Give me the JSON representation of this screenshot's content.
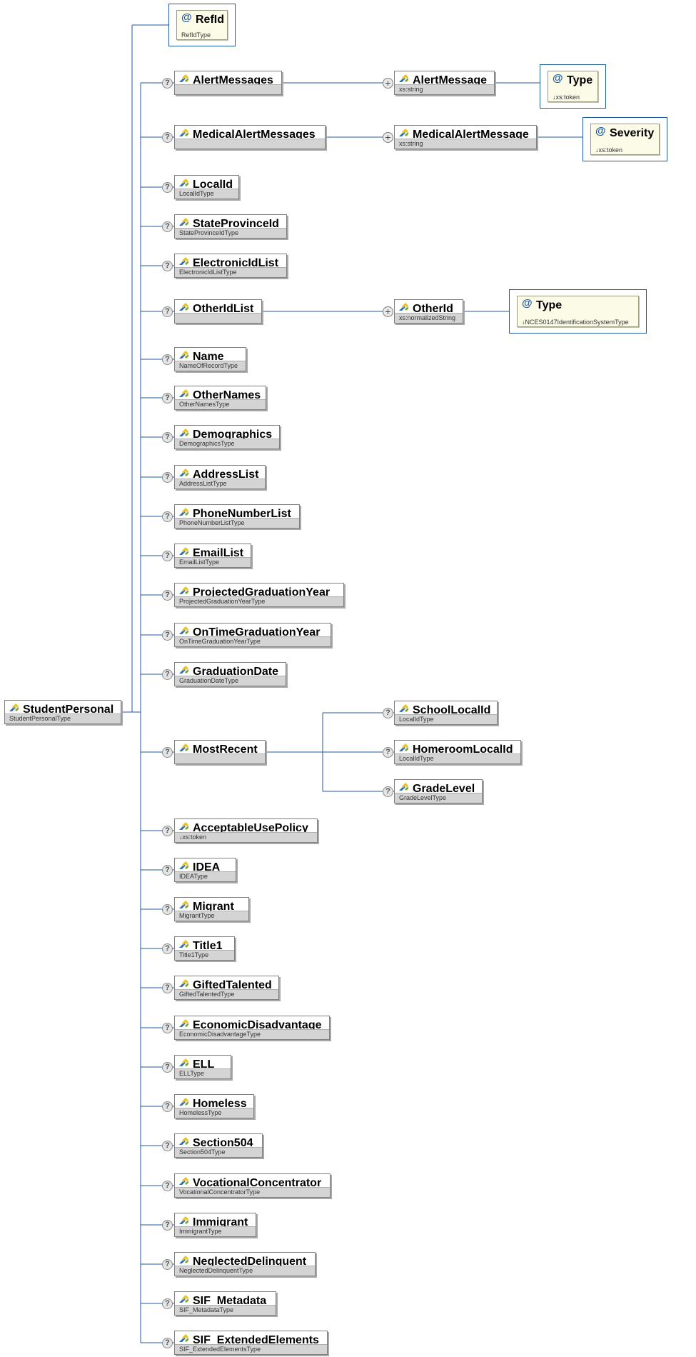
{
  "root": {
    "name": "StudentPersonal",
    "type": "StudentPersonalType"
  },
  "attribute": {
    "symbol": "@",
    "name": "RefId",
    "type": "RefIdType"
  },
  "elements": [
    {
      "name": "AlertMessages",
      "type": ""
    },
    {
      "name": "MedicalAlertMessages",
      "type": ""
    },
    {
      "name": "LocalId",
      "type": "LocalIdType"
    },
    {
      "name": "StateProvinceId",
      "type": "StateProvinceIdType"
    },
    {
      "name": "ElectronicIdList",
      "type": "ElectronicIdListType"
    },
    {
      "name": "OtherIdList",
      "type": ""
    },
    {
      "name": "Name",
      "type": "NameOfRecordType"
    },
    {
      "name": "OtherNames",
      "type": "OtherNamesType"
    },
    {
      "name": "Demographics",
      "type": "DemographicsType"
    },
    {
      "name": "AddressList",
      "type": "AddressListType"
    },
    {
      "name": "PhoneNumberList",
      "type": "PhoneNumberListType"
    },
    {
      "name": "EmailList",
      "type": "EmailListType"
    },
    {
      "name": "ProjectedGraduationYear",
      "type": "ProjectedGraduationYearType"
    },
    {
      "name": "OnTimeGraduationYear",
      "type": "OnTimeGraduationYearType"
    },
    {
      "name": "GraduationDate",
      "type": "GraduationDateType"
    },
    {
      "name": "MostRecent",
      "type": ""
    },
    {
      "name": "AcceptableUsePolicy",
      "type": "↓xs:token"
    },
    {
      "name": "IDEA",
      "type": "IDEAType"
    },
    {
      "name": "Migrant",
      "type": "MigrantType"
    },
    {
      "name": "Title1",
      "type": "Title1Type"
    },
    {
      "name": "GiftedTalented",
      "type": "GiftedTalentedType"
    },
    {
      "name": "EconomicDisadvantage",
      "type": "EconomicDisadvantageType"
    },
    {
      "name": "ELL",
      "type": "ELLType"
    },
    {
      "name": "Homeless",
      "type": "HomelessType"
    },
    {
      "name": "Section504",
      "type": "Section504Type"
    },
    {
      "name": "VocationalConcentrator",
      "type": "VocationalConcentratorType"
    },
    {
      "name": "Immigrant",
      "type": "ImmigrantType"
    },
    {
      "name": "NeglectedDelinquent",
      "type": "NeglectedDelinquentType"
    },
    {
      "name": "SIF_Metadata",
      "type": "SIF_MetadataType"
    },
    {
      "name": "SIF_ExtendedElements",
      "type": "SIF_ExtendedElementsType"
    }
  ],
  "children": {
    "AlertMessages": [
      {
        "name": "AlertMessage",
        "type": "xs:string"
      }
    ],
    "MedicalAlertMessages": [
      {
        "name": "MedicalAlertMessage",
        "type": "xs:string"
      }
    ],
    "OtherIdList": [
      {
        "name": "OtherId",
        "type": "xs:normalizedString"
      }
    ],
    "MostRecent": [
      {
        "name": "SchoolLocalId",
        "type": "LocalIdType"
      },
      {
        "name": "HomeroomLocalId",
        "type": "LocalIdType"
      },
      {
        "name": "GradeLevel",
        "type": "GradeLevelType"
      }
    ]
  },
  "child_attributes": {
    "AlertMessage": {
      "symbol": "@",
      "name": "Type",
      "type": "↓xs:token"
    },
    "MedicalAlertMessage": {
      "symbol": "@",
      "name": "Severity",
      "type": "↓xs:token"
    },
    "OtherId": {
      "symbol": "@",
      "name": "Type",
      "type": "↓NCES0147IdentificationSystemType"
    }
  },
  "symbols": {
    "optional": "?",
    "expand": "+"
  },
  "colors": {
    "connector": "#1f5aa0",
    "type_bar": "#d4d4d4",
    "attribute_fill": "#fbfbe8"
  }
}
